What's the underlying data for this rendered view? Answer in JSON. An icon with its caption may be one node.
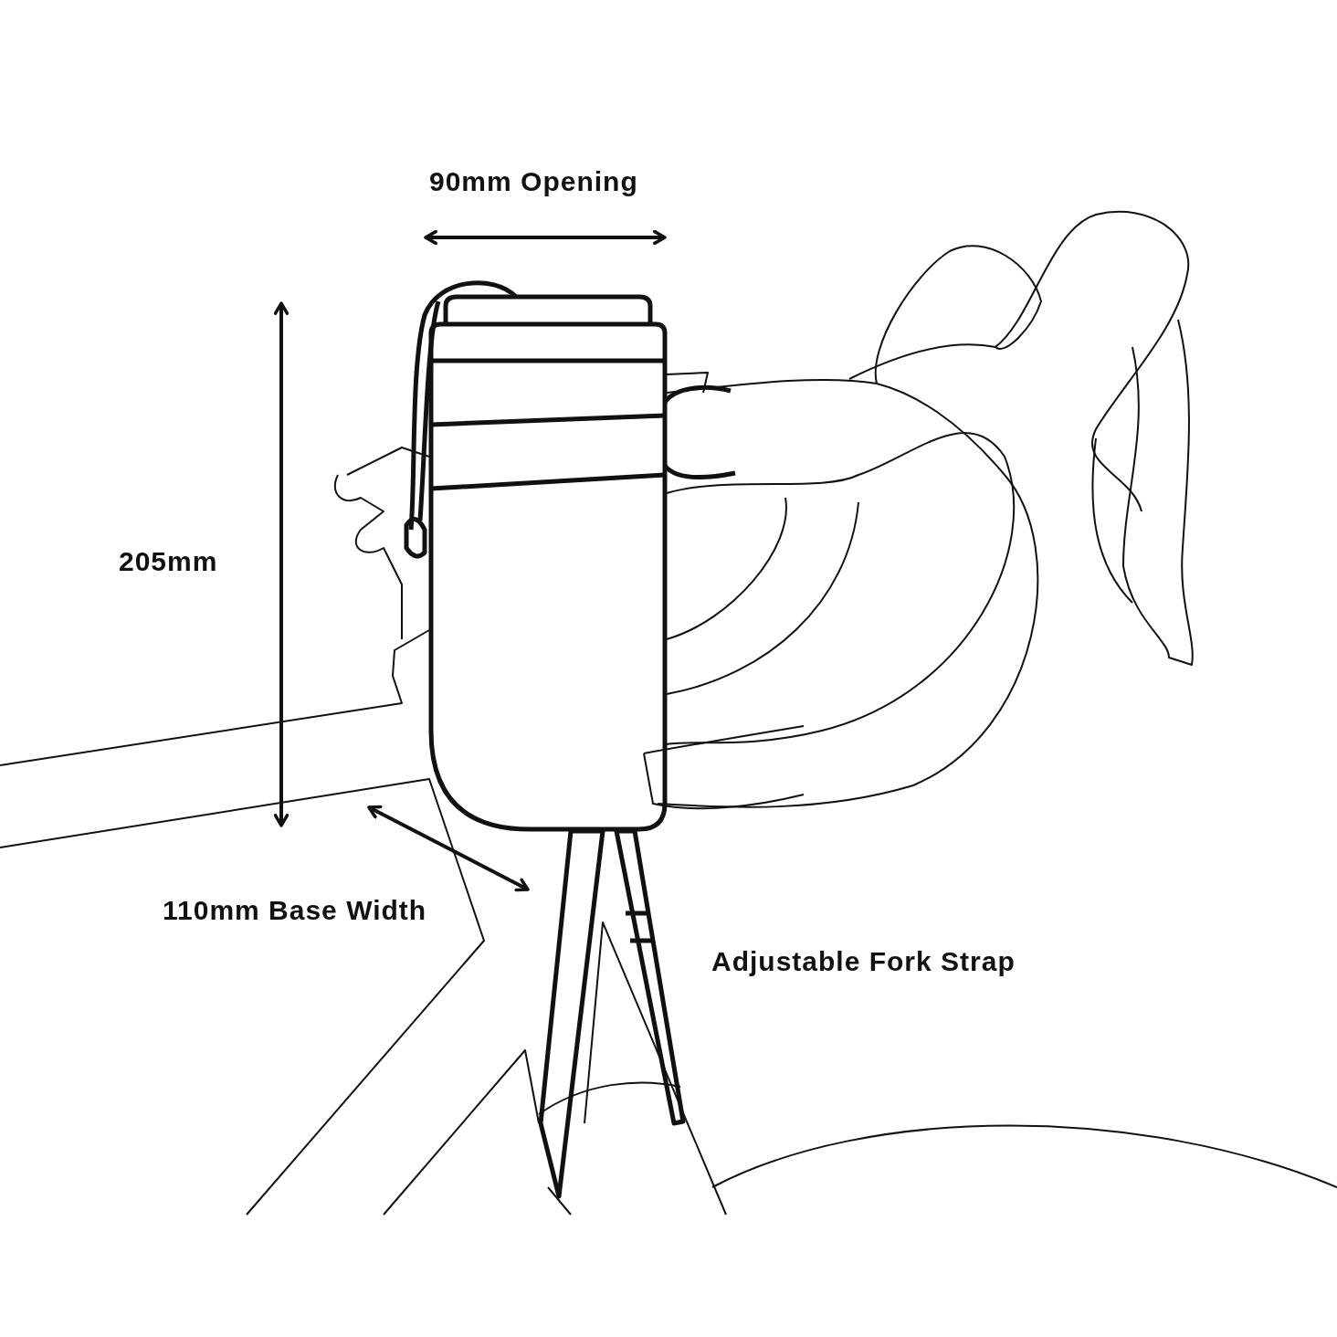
{
  "diagram": {
    "labels": [
      "90mm Opening",
      "205mm",
      "110mm Base Width",
      "Adjustable Fork Strap"
    ]
  }
}
